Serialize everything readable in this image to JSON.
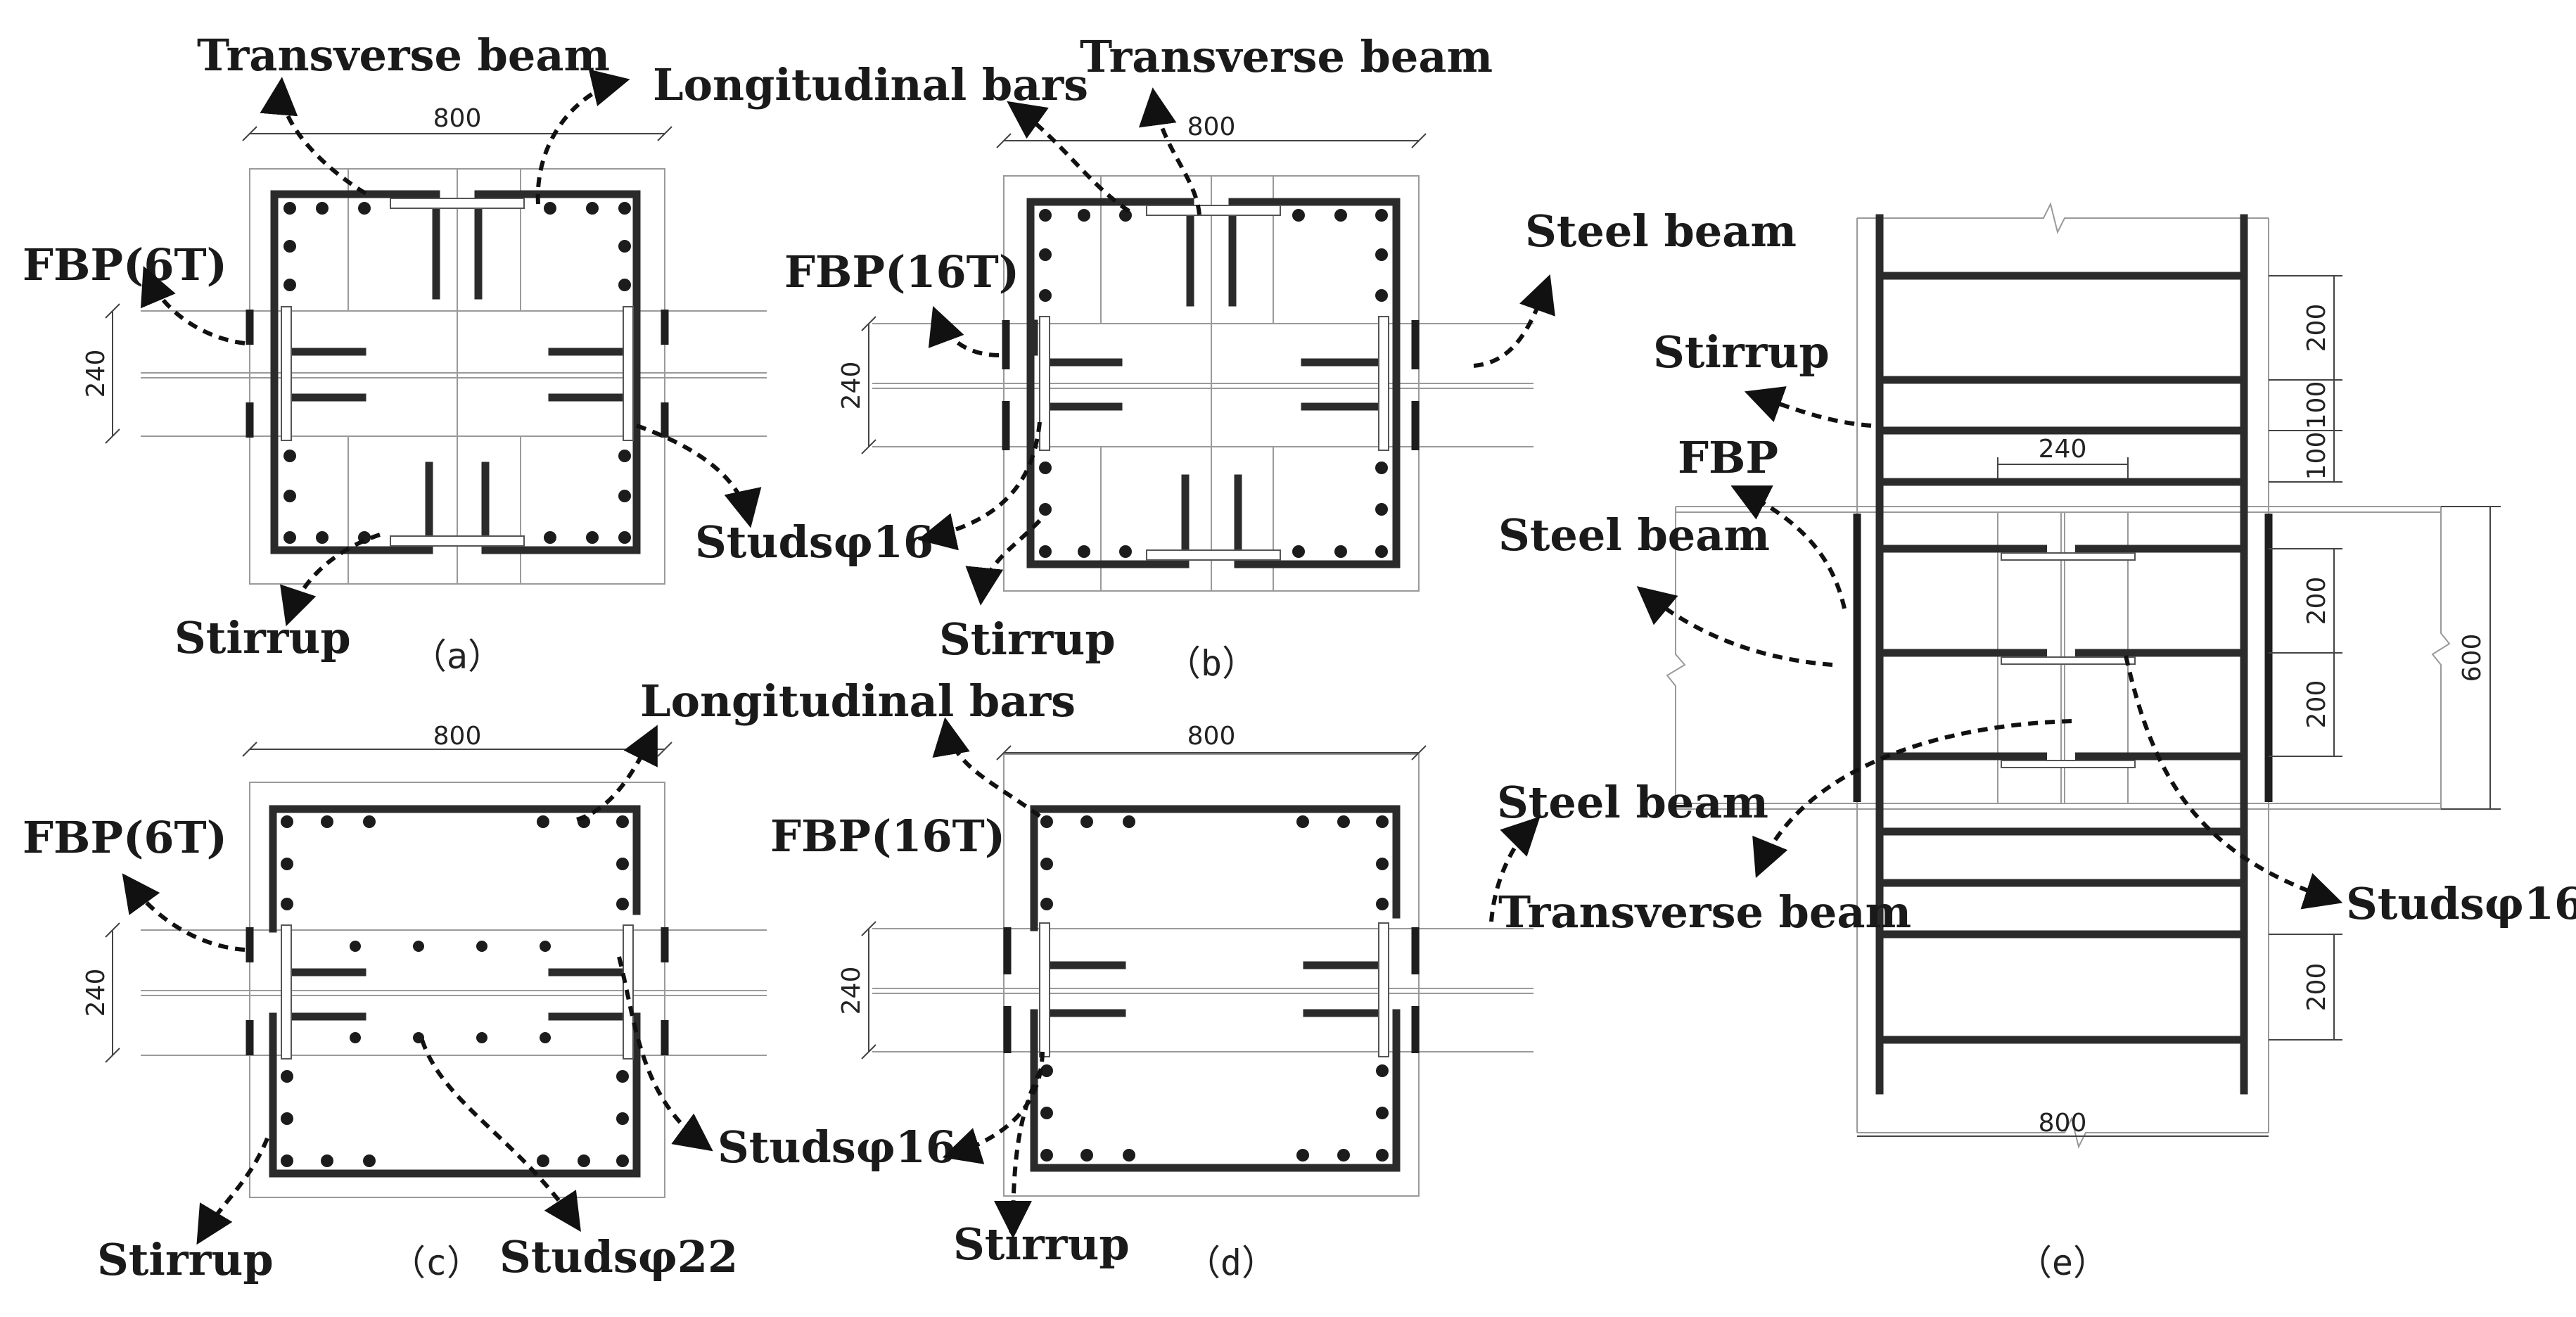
{
  "labels": {
    "a_transverse_beam": "Transverse beam",
    "a_longitudinal_bars": "Longitudinal bars",
    "a_fbp": "FBP(6T)",
    "a_stirrup": "Stirrup",
    "b_transverse_beam": "Transverse beam",
    "b_fbp": "FBP(16T)",
    "b_studs": "Studsφ16",
    "b_stirrup": "Stirrup",
    "b_steel_beam": "Steel beam",
    "c_longitudinal_bars": "Longitudinal bars",
    "c_fbp": "FBP(6T)",
    "c_stirrup": "Stirrup",
    "c_studs22": "Studsφ22",
    "d_fbp": "FBP(16T)",
    "d_studs": "Studsφ16",
    "d_stirrup": "Stirrup",
    "e_stirrup": "Stirrup",
    "e_fbp": "FBP",
    "e_steel_beam_top": "Steel beam",
    "e_steel_beam_bottom": "Steel beam",
    "e_transverse_beam": "Transverse beam",
    "e_studs": "Studsφ16"
  },
  "dimensions": {
    "a_width": "800",
    "a_depth": "240",
    "b_width": "800",
    "b_depth": "240",
    "c_width": "800",
    "c_depth": "240",
    "d_width": "800",
    "d_depth": "240",
    "e_width": "800",
    "e_inner": "240",
    "e_s1": "200",
    "e_s2": "100",
    "e_s3": "100",
    "e_s4": "200",
    "e_s5": "200",
    "e_s6": "200",
    "e_height": "600"
  },
  "captions": {
    "a": "（a）",
    "b": "（b）",
    "c": "（c）",
    "d": "（d）",
    "e": "（e）"
  }
}
